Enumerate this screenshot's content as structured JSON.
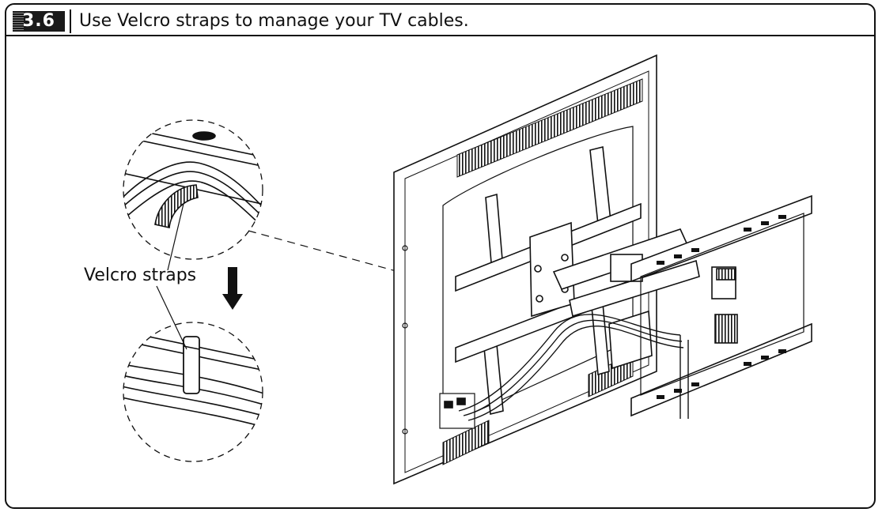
{
  "header": {
    "step_number": "3.6",
    "title": "Use Velcro straps to manage your TV cables."
  },
  "callout": {
    "label": "Velcro straps"
  }
}
